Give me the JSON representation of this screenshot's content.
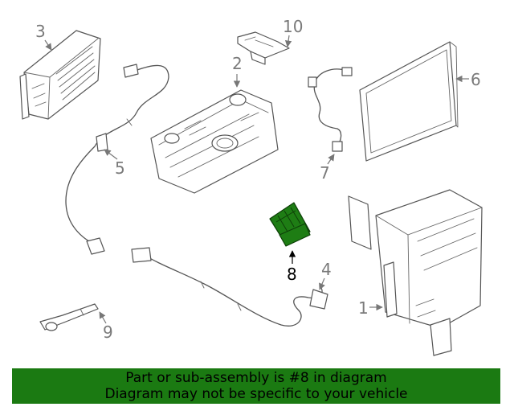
{
  "callouts": {
    "c1": "1",
    "c2": "2",
    "c3": "3",
    "c4": "4",
    "c5": "5",
    "c6": "6",
    "c7": "7",
    "c8": "8",
    "c9": "9",
    "c10": "10"
  },
  "highlighted_part": "8",
  "colors": {
    "highlight": "#1e7d14",
    "banner": "#1b7a12",
    "line": "#555555"
  },
  "banner": {
    "line1": "Part or sub-assembly is #8 in diagram",
    "line2": "Diagram may not be specific to your vehicle"
  }
}
